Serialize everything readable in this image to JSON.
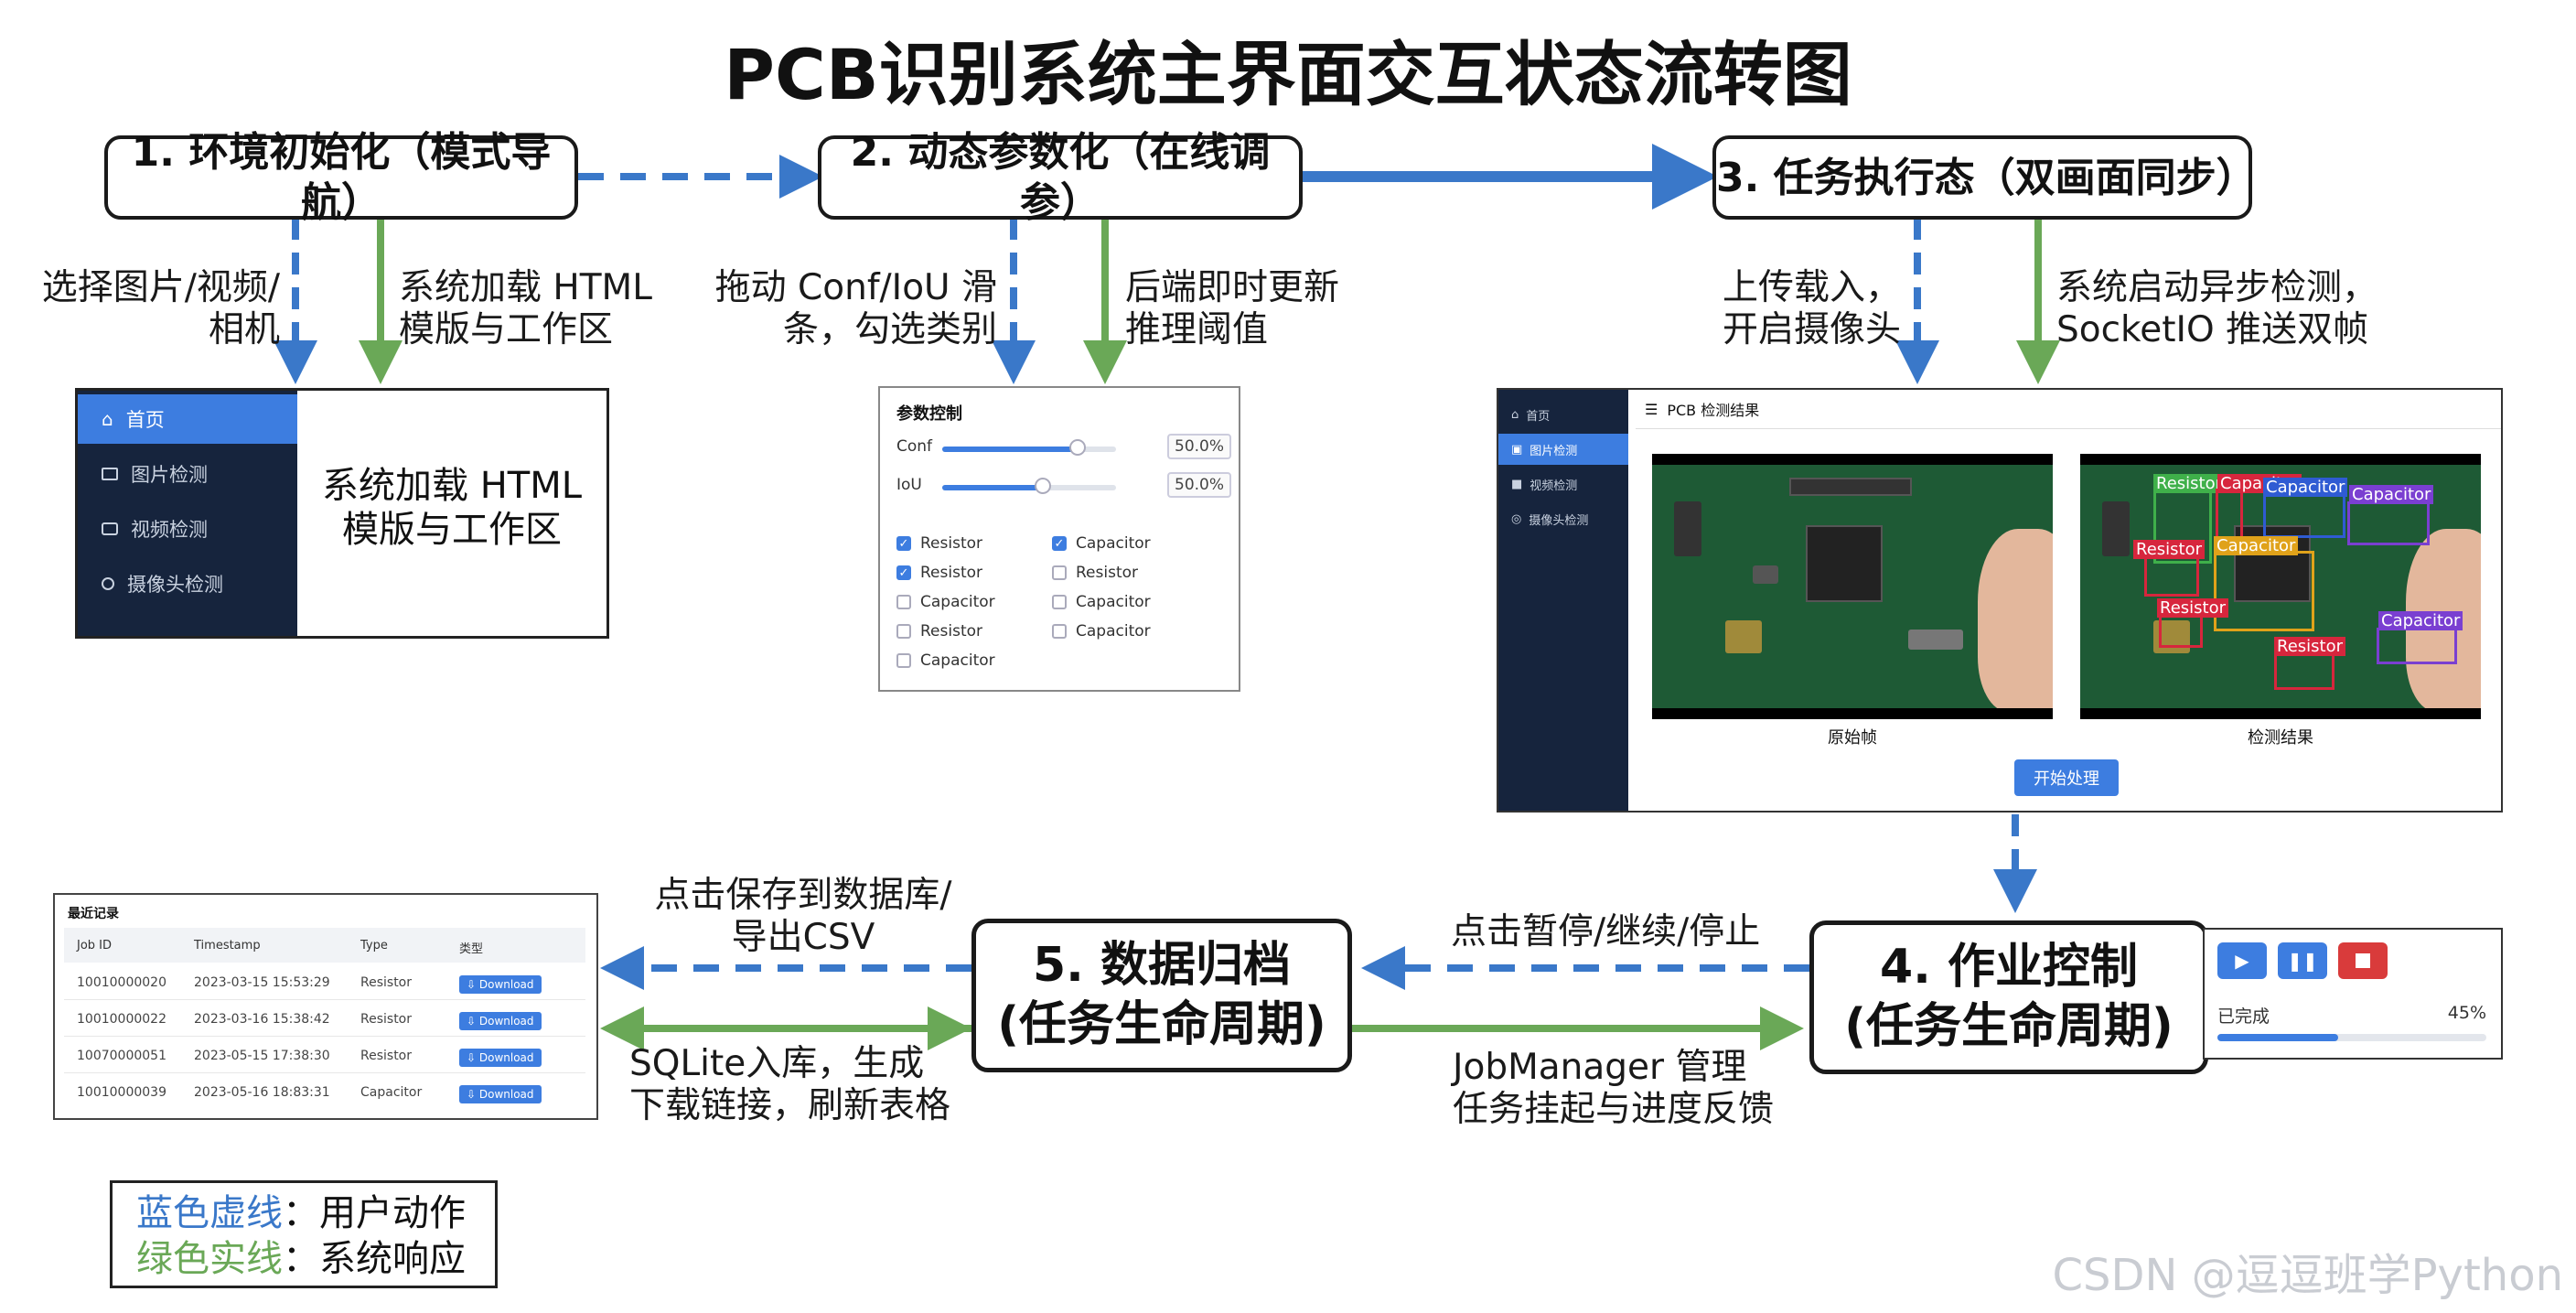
{
  "title": "PCB识别系统主界面交互状态流转图",
  "stages": {
    "s1": "1. 环境初始化（模式导航）",
    "s2": "2. 动态参数化（在线调参）",
    "s3": "3. 任务执行态（双画面同步）",
    "s4_line1": "4. 作业控制",
    "s4_line2": "(任务生命周期)",
    "s5_line1": "5. 数据归档",
    "s5_line2": "(任务生命周期)"
  },
  "labels": {
    "l1a": [
      "选择图片/视频/",
      "相机"
    ],
    "l1b": [
      "系统加载 HTML",
      "模版与工作区"
    ],
    "l2a": [
      "拖动 Conf/IoU 滑",
      "条，勾选类别"
    ],
    "l2b": [
      "后端即时更新",
      "推理阈值"
    ],
    "l3a": [
      "上传载入，",
      "开启摄像头"
    ],
    "l3b": [
      "系统启动异步检测，",
      "SocketIO 推送双帧"
    ],
    "l4a": "点击暂停/继续/停止",
    "l4b": [
      "JobManager 管理",
      "任务挂起与进度反馈"
    ],
    "l5a": [
      "点击保存到数据库/",
      "导出CSV"
    ],
    "l5b": [
      "SQLite入库，生成",
      "下载链接，刷新表格"
    ]
  },
  "nav_panel": {
    "items": [
      "首页",
      "图片检测",
      "视频检测",
      "摄像头检测"
    ],
    "active_index": 0,
    "work_text": [
      "系统加载 HTML",
      "模版与工作区"
    ]
  },
  "param_panel": {
    "title": "参数控制",
    "sliders": [
      {
        "label": "Conf",
        "value_text": "50.0%",
        "fill": 0.78
      },
      {
        "label": "IoU",
        "value_text": "50.0%",
        "fill": 0.58
      }
    ],
    "checks_left": [
      {
        "label": "Resistor",
        "checked": true
      },
      {
        "label": "Resistor",
        "checked": true
      },
      {
        "label": "Capacitor",
        "checked": false
      },
      {
        "label": "Resistor",
        "checked": false
      },
      {
        "label": "Capacitor",
        "checked": false
      }
    ],
    "checks_right": [
      {
        "label": "Capacitor",
        "checked": true
      },
      {
        "label": "Resistor",
        "checked": false
      },
      {
        "label": "Capacitor",
        "checked": false
      },
      {
        "label": "Capacitor",
        "checked": false
      }
    ]
  },
  "detect_panel": {
    "side_items": [
      "首页",
      "图片检测",
      "视频检测",
      "摄像头检测"
    ],
    "active_index": 1,
    "header": "PCB 检测结果",
    "left_caption": "原始帧",
    "right_caption": "检测结果",
    "button": "开始处理",
    "detections": [
      {
        "label": "Resistor",
        "color": "#3fb04a"
      },
      {
        "label": "Capacitor",
        "color": "#d7263d"
      },
      {
        "label": "Capacitor",
        "color": "#2f5bd3"
      },
      {
        "label": "Capacitor",
        "color": "#7a3fd1"
      },
      {
        "label": "Resistor",
        "color": "#d7263d"
      },
      {
        "label": "Capacitor",
        "color": "#e0a21a"
      },
      {
        "label": "Resistor",
        "color": "#d7263d"
      },
      {
        "label": "Capacitor",
        "color": "#7a3fd1"
      },
      {
        "label": "Resistor",
        "color": "#d7263d"
      }
    ]
  },
  "control_panel": {
    "status": "已完成",
    "progress_text": "45%",
    "progress": 0.45,
    "buttons": [
      "play-icon",
      "pause-icon",
      "stop-icon"
    ]
  },
  "records_panel": {
    "title": "最近记录",
    "columns": [
      "Job ID",
      "Timestamp",
      "Type",
      "类型"
    ],
    "rows": [
      {
        "id": "10010000020",
        "time": "2023-03-15 15:53:29",
        "type": "Resistor",
        "action": "Download"
      },
      {
        "id": "10010000022",
        "time": "2023-03-16 15:38:42",
        "type": "Resistor",
        "action": "Download"
      },
      {
        "id": "10070000051",
        "time": "2023-05-15 17:38:30",
        "type": "Resistor",
        "action": "Download"
      },
      {
        "id": "10010000039",
        "time": "2023-05-16 18:83:31",
        "type": "Capacitor",
        "action": "Download"
      }
    ]
  },
  "legend": {
    "blue_key": "蓝色虚线",
    "blue_desc": "：用户动作",
    "green_key": "绿色实线",
    "green_desc": "：系统响应"
  },
  "colors": {
    "blue": "#3a78c9",
    "green": "#6aa857"
  },
  "watermark": "CSDN @逗逗班学Python"
}
